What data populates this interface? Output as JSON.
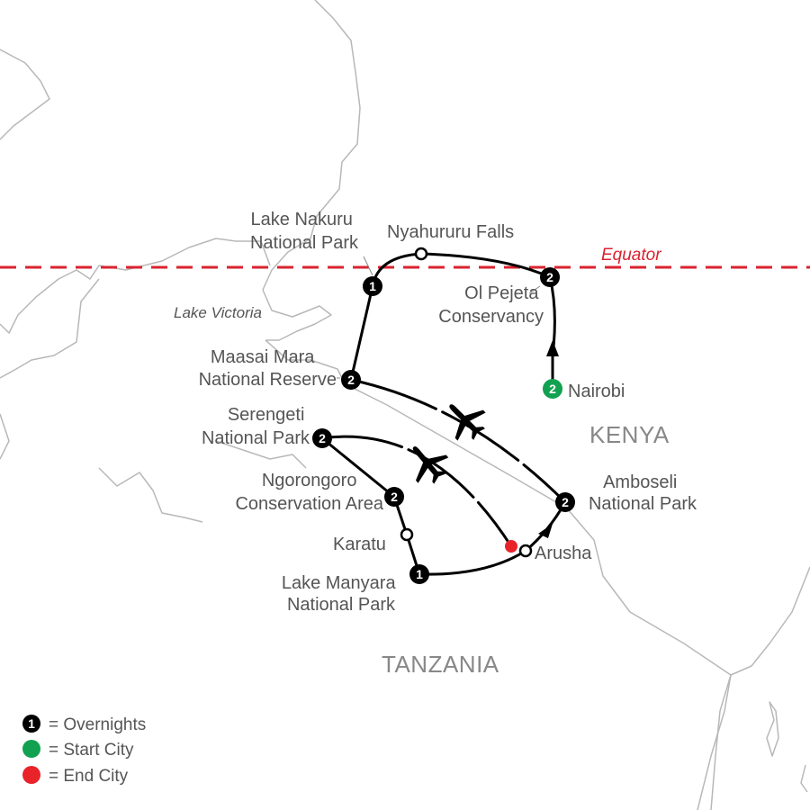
{
  "colors": {
    "overnight": "#000000",
    "start": "#12a150",
    "end": "#e8232a",
    "equator": "#d9232f",
    "border": "#b8b8b8",
    "route": "#000000"
  },
  "equator_label": "Equator",
  "lake_label": "Lake Victoria",
  "countries": {
    "kenya": "KENYA",
    "tanzania": "TANZANIA"
  },
  "places": {
    "lake_nakuru": {
      "line1": "Lake Nakuru",
      "line2": "National Park",
      "nights": "1"
    },
    "nyahururu": {
      "name": "Nyahururu Falls"
    },
    "ol_pejeta": {
      "line1": "Ol Pejeta",
      "line2": "Conservancy",
      "nights": "2"
    },
    "nairobi": {
      "name": "Nairobi",
      "nights": "2"
    },
    "maasai_mara": {
      "line1": "Maasai Mara",
      "line2": "National Reserve",
      "nights": "2"
    },
    "serengeti": {
      "line1": "Serengeti",
      "line2": "National Park",
      "nights": "2"
    },
    "ngorongoro": {
      "line1": "Ngorongoro",
      "line2": "Conservation Area",
      "nights": "2"
    },
    "karatu": {
      "name": "Karatu"
    },
    "lake_manyara": {
      "line1": "Lake Manyara",
      "line2": "National Park",
      "nights": "1"
    },
    "amboseli": {
      "line1": "Amboseli",
      "line2": "National Park",
      "nights": "2"
    },
    "arusha": {
      "name": "Arusha"
    }
  },
  "legend": [
    {
      "symbol": "1",
      "text": "= Overnights",
      "icon": "overnight-badge-icon"
    },
    {
      "symbol": "",
      "text": "= Start City",
      "icon": "start-dot-icon"
    },
    {
      "symbol": "",
      "text": "= End City",
      "icon": "end-dot-icon"
    }
  ],
  "icons": [
    "plane-icon",
    "arrow-icon"
  ]
}
